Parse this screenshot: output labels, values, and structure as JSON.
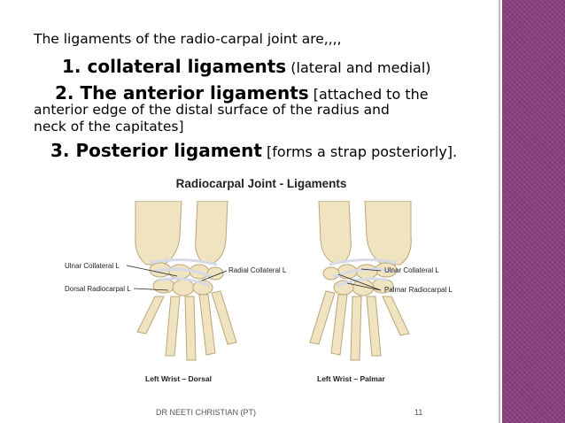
{
  "slide": {
    "intro": "The ligaments of the radio-carpal joint are,,,,",
    "points": [
      {
        "bold": "1. collateral ligaments",
        "rest": " (lateral and medial)"
      },
      {
        "bold": "2. The anterior ligaments",
        "rest": " [attached to the",
        "continuation": [
          "anterior edge of the distal surface of the radius and",
          "neck of the capitates]"
        ]
      },
      {
        "bold": "3. Posterior ligament",
        "rest": " [forms a strap posteriorly]."
      }
    ]
  },
  "figure": {
    "title": "Radiocarpal Joint - Ligaments",
    "labels": {
      "ulnar_collateral_left": "Ulnar Collateral L",
      "dorsal_radiocarpal": "Dorsal Radiocarpal L",
      "radial_collateral": "Radial Collateral L",
      "ulnar_collateral_right": "Ulnar Collateral L",
      "palmar_radiocarpal": "Palmar Radiocarpal  L"
    },
    "captions": {
      "dorsal": "Left Wrist – Dorsal",
      "palmar": "Left Wrist – Palmar"
    }
  },
  "footer": {
    "author": "DR NEETI CHRISTIAN (PT)",
    "page": "11"
  },
  "colors": {
    "band": "#8a3f7e",
    "bone": "#efe3c0",
    "ligament": "#e4e7ef"
  }
}
